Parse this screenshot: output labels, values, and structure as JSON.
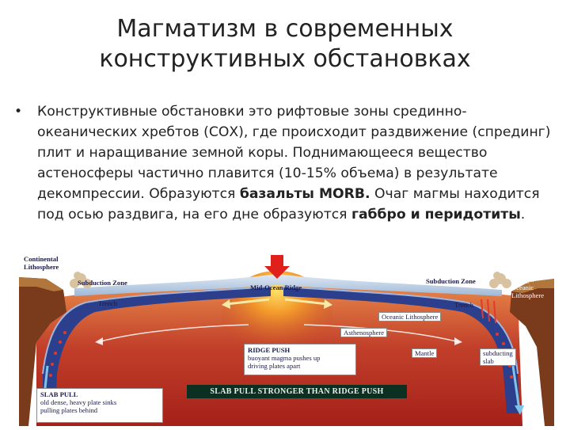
{
  "slide": {
    "title_line1": "Магматизм в современных",
    "title_line2": "конструктивных обстановках",
    "bullet_symbol": "•",
    "bullet": {
      "text_1": "Конструктивные обстановки это рифтовые зоны срединно-океанических хребтов (СОХ), где происходит раздвижение (спрединг) плит и наращивание земной коры. Поднимающееся вещество астеносферы частично плавится (10-15% объема) в результате декомпрессии. Образуются ",
      "bold_1": "базальты MORB.",
      "text_2": " Очаг магмы находится под осью раздвига, на его дне образуются ",
      "bold_2": "габбро и перидотиты",
      "text_3": "."
    }
  },
  "diagram": {
    "labels": {
      "continental": "Continental\nLithosphere",
      "subduction_left": "Subduction Zone",
      "trench_left": "Trench",
      "mid_ocean_ridge": "Mid-Ocean Ridge",
      "subduction_right": "Subduction Zone",
      "younger_oceanic": "Younger\nOceanic\nLithosphere",
      "trench_right": "Trench",
      "oceanic_lithosphere": "Oceanic Lithosphere",
      "asthenosphere": "Asthenosphere",
      "mantle": "Mantle",
      "subducting_slab": "subducting\nslab",
      "ridge_push_title": "RIDGE PUSH",
      "ridge_push_text": "buoyant magma pushes up\ndriving plates apart",
      "slab_pull_title": "SLAB PULL",
      "slab_pull_text": "old dense, heavy plate sinks\npulling plates behind",
      "banner": "SLAB PULL STRONGER THAN RIDGE PUSH"
    },
    "colors": {
      "upwelling_arrow": "#e0211b",
      "mantle_dark": "#a4201a",
      "mantle_light": "#e8894a",
      "lithosphere_plate": "#2c3f8c",
      "ocean_surface": "#b9cde3",
      "banner_bg": "#0b2f20",
      "slab_arrow": "#7fc3e8"
    }
  }
}
